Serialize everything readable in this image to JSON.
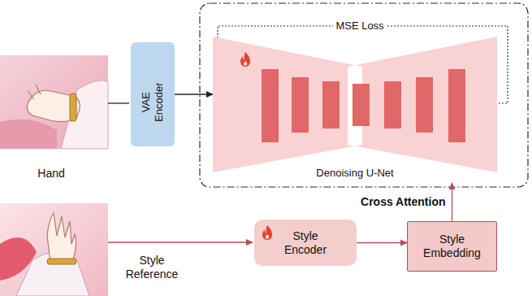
{
  "diagram": {
    "nodes": [
      {
        "text": [
          "VAE Encoder"
        ]
      },
      {
        "text": [
          "Denoising U-Net"
        ]
      },
      {
        "text": [
          "Style Encoder"
        ]
      },
      {
        "text": [
          "Style Embedding"
        ]
      }
    ],
    "edges": [
      {
        "from": 0,
        "to": 1,
        "arrow": "to"
      },
      {
        "from": 2,
        "to": 3,
        "arrow": "to"
      },
      {
        "from": 3,
        "to": 1,
        "arrow": "to",
        "label": "Cross Attention"
      }
    ],
    "labels": [
      "Hand",
      "Style Reference",
      "MSE Loss"
    ]
  }
}
